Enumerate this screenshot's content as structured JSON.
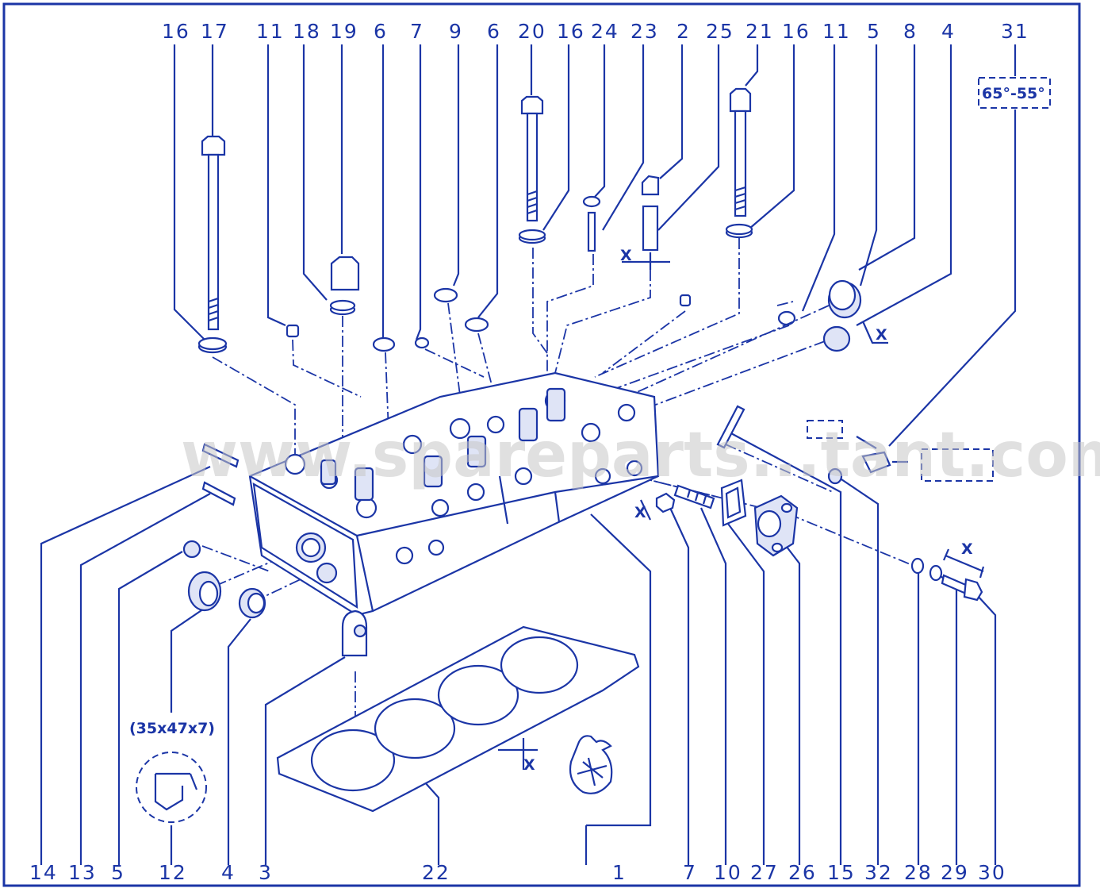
{
  "top_labels": [
    "16",
    "17",
    "11",
    "18",
    "19",
    "6",
    "7",
    "9",
    "6",
    "20",
    "16",
    "24",
    "23",
    "2",
    "25",
    "21",
    "16",
    "11",
    "5",
    "8",
    "4",
    "31"
  ],
  "bottom_labels": [
    "14",
    "13",
    "5",
    "12",
    "4",
    "3",
    "22",
    "1",
    "7",
    "10",
    "27",
    "26",
    "15",
    "32",
    "28",
    "29",
    "30"
  ],
  "angle_box": "65°-55°",
  "seal_size": "(35x47x7)",
  "x_marks": [
    "X",
    "X",
    "X",
    "X",
    "X"
  ],
  "watermark": "www.spareparts...tant.com",
  "colors": {
    "ink": "#1b35a6",
    "background": "#ffffff",
    "watermark": "#c8c8c8"
  }
}
